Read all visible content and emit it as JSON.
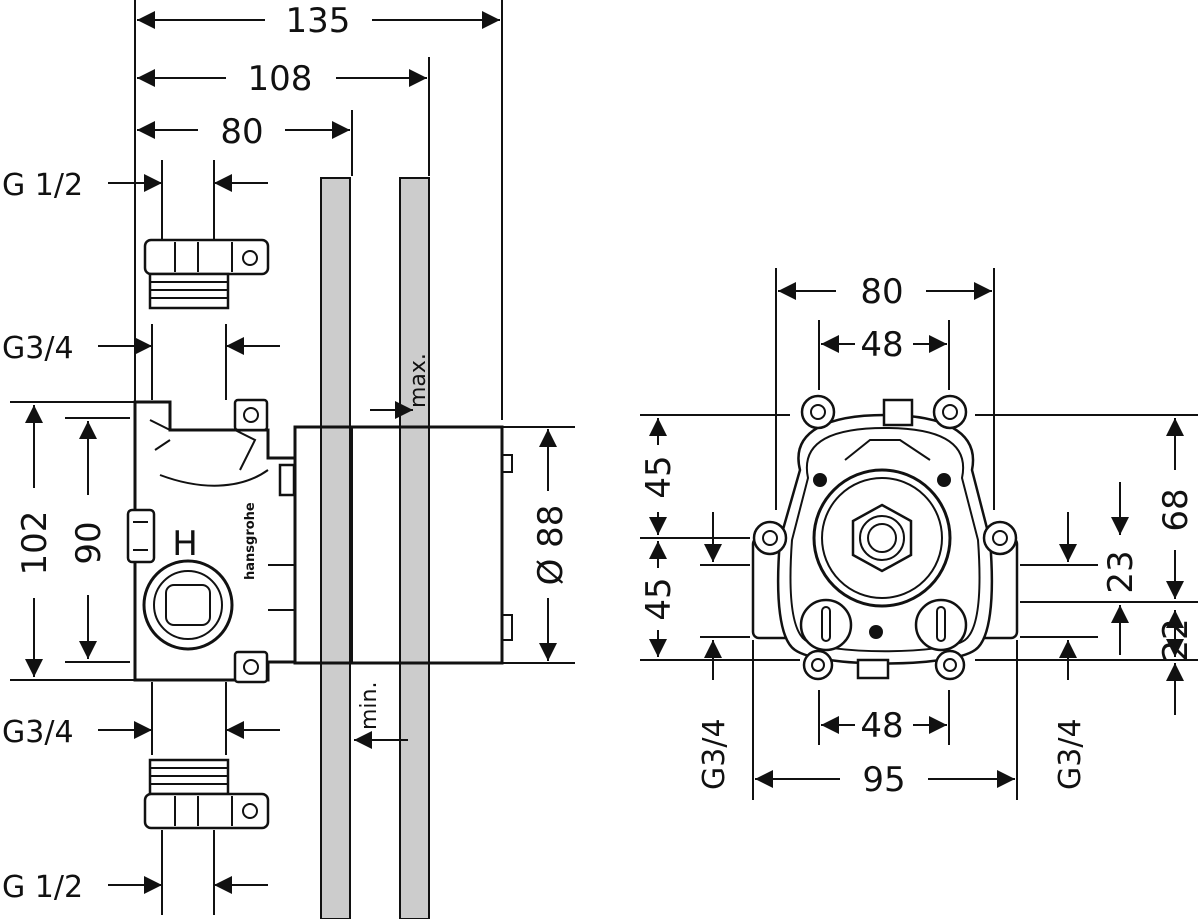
{
  "side_view": {
    "dim_135": "135",
    "dim_108": "108",
    "dim_80": "80",
    "g_half_top": "G 1/2",
    "g_three_quarter_top": "G3/4",
    "g_three_quarter_bottom": "G3/4",
    "g_half_bottom": "G 1/2",
    "dim_102": "102",
    "dim_90": "90",
    "dim_88": "Ø 88",
    "max_label": "max.",
    "min_label": "min.",
    "brand": "hansgrohe",
    "h_mark": "H"
  },
  "front_view": {
    "dim_80": "80",
    "dim_48_top": "48",
    "dim_45_upper": "45",
    "dim_45_lower": "45",
    "dim_68": "68",
    "dim_23": "23",
    "dim_22": "22",
    "dim_48_bottom": "48",
    "dim_95": "95",
    "g_left": "G3/4",
    "g_right": "G3/4"
  },
  "colors": {
    "line": "#111111",
    "wall": "#cccccc"
  }
}
